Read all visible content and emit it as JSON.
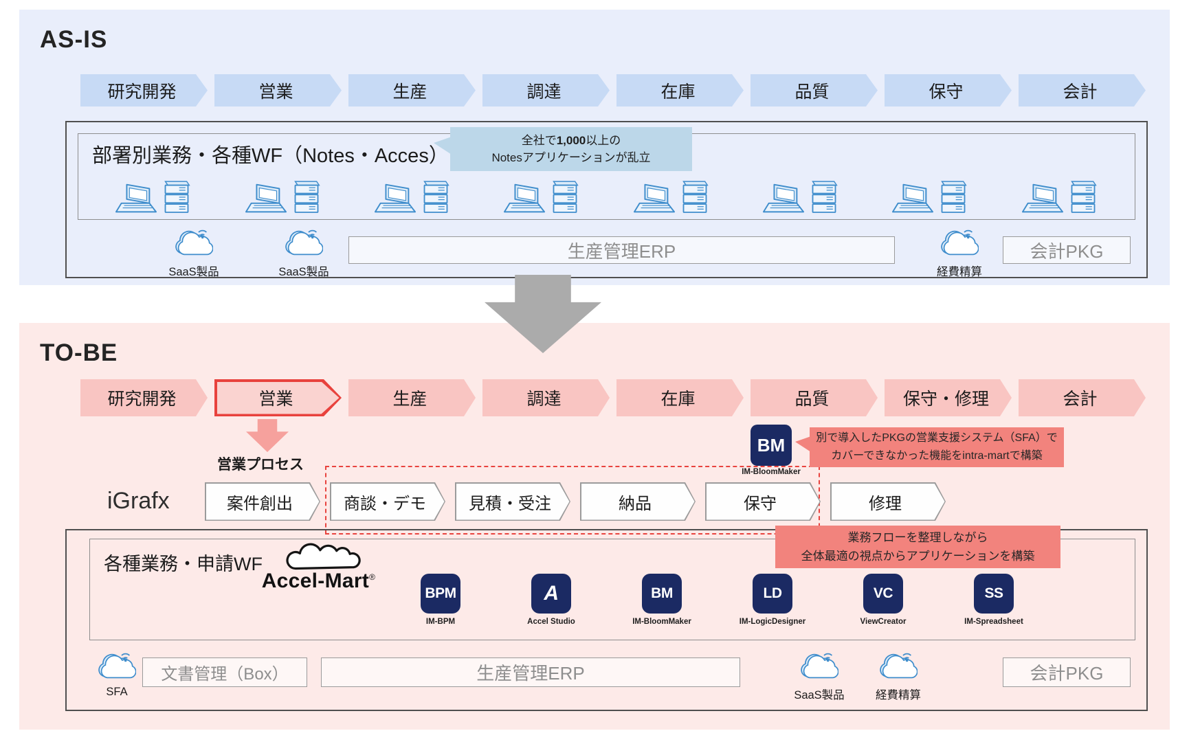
{
  "colors": {
    "page_bg": "#ffffff",
    "asis_bg": "#e9eefb",
    "asis_arrow": "#c7daf5",
    "callout_blue": "#bcd7e9",
    "tobe_bg": "#fdeae8",
    "tobe_arrow": "#f9c5c2",
    "highlight_red": "#e8423d",
    "highlight_fill": "#fad3d0",
    "callout_red": "#f2837d",
    "brand_navy": "#1b2a63",
    "icon_blue": "#3f8dcc",
    "box_border": "#4f4f4f",
    "gray_text": "#8e8e8e",
    "arrow_gray": "#ababab",
    "pink_arrow": "#f6a19d"
  },
  "as_is": {
    "title": "AS-IS",
    "process_arrows": [
      {
        "label": "研究開発"
      },
      {
        "label": "営業"
      },
      {
        "label": "生産"
      },
      {
        "label": "調達"
      },
      {
        "label": "在庫"
      },
      {
        "label": "品質"
      },
      {
        "label": "保守"
      },
      {
        "label": "会計"
      }
    ],
    "dept_box_title": "部署別業務・各種WF（Notes・Acces）",
    "notes_callout": {
      "pre": "全社で",
      "bold": "1,000",
      "post": "以上の",
      "line2": "Notesアプリケーションが乱立"
    },
    "workstations": [
      1,
      2,
      3,
      4,
      5,
      6,
      7,
      8
    ],
    "saas_clouds": [
      {
        "label": "SaaS製品"
      },
      {
        "label": "SaaS製品"
      }
    ],
    "erp_box_label": "生産管理ERP",
    "expense_cloud_label": "経費精算",
    "accounting_box_label": "会計PKG"
  },
  "to_be": {
    "title": "TO-BE",
    "process_arrows": [
      {
        "label": "研究開発"
      },
      {
        "label": "営業",
        "cls": "highlight"
      },
      {
        "label": "生産"
      },
      {
        "label": "調達"
      },
      {
        "label": "在庫"
      },
      {
        "label": "品質"
      },
      {
        "label": "保守・修理"
      },
      {
        "label": "会計"
      }
    ],
    "sales_process_label": "営業プロセス",
    "igrafx_label": "iGrafx",
    "bloommaker_badge": {
      "abbr": "BM",
      "label": "IM-BloomMaker"
    },
    "sfa_callout": {
      "line1": "別で導入したPKGの営業支援システム（SFA）で",
      "line2": "カバーできなかった機能をintra-martで構築"
    },
    "process_steps": [
      {
        "label": "案件創出"
      },
      {
        "label": "商談・デモ"
      },
      {
        "label": "見積・受注"
      },
      {
        "label": "納品"
      },
      {
        "label": "保守"
      },
      {
        "label": "修理"
      }
    ],
    "flow_callout": {
      "line1": "業務フローを整理しながら",
      "line2": "全体最適の視点からアプリケーションを構築"
    },
    "app_box": {
      "title": "各種業務・申請WF",
      "brand_name": "Accel-Mart",
      "brand_mark": "®",
      "products": [
        {
          "abbr": "BPM",
          "label": "IM-BPM"
        },
        {
          "abbr": "A",
          "label": "Accel Studio",
          "cls": "accel"
        },
        {
          "abbr": "BM",
          "label": "IM-BloomMaker"
        },
        {
          "abbr": "LD",
          "label": "IM-LogicDesigner"
        },
        {
          "abbr": "VC",
          "label": "ViewCreator"
        },
        {
          "abbr": "SS",
          "label": "IM-Spreadsheet"
        }
      ]
    },
    "bottom_row": {
      "sfa_cloud_label": "SFA",
      "doc_box_label": "文書管理（Box）",
      "erp_box_label": "生産管理ERP",
      "saas_cloud_label": "SaaS製品",
      "expense_cloud_label": "経費精算",
      "accounting_box_label": "会計PKG"
    }
  }
}
